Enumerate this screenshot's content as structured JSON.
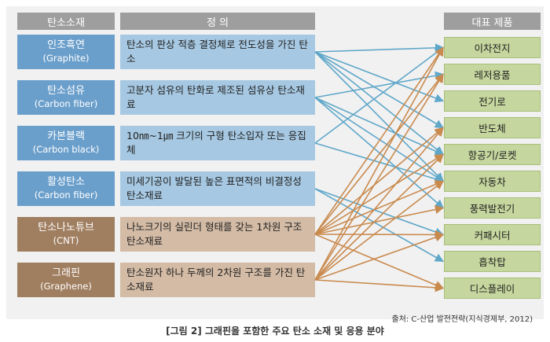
{
  "headers": {
    "materials": "탄소소재",
    "definition": "정 의",
    "products": "대표 제품"
  },
  "materials": [
    {
      "name": "인조흑연",
      "en": "(Graphite)",
      "definition": "탄소의 판상 적층 결정체로 전도성을 가진 탄소",
      "theme": "blue"
    },
    {
      "name": "탄소섬유",
      "en": "(Carbon fiber)",
      "definition": "고분자 섬유의 탄화로 제조된 섬유상 탄소재료",
      "theme": "blue"
    },
    {
      "name": "카본블랙",
      "en": "(Carbon black)",
      "definition": "10㎚~1㎛ 크기의 구형 탄소입자 또는 응집체",
      "theme": "blue"
    },
    {
      "name": "활성탄소",
      "en": "(Carbon fiber)",
      "definition": "미세기공이 발달된 높은 표면적의 비결정성 탄소재료",
      "theme": "blue"
    },
    {
      "name": "탄소나노튜브",
      "en": "(CNT)",
      "definition": "나노크기의 실린더 형태를 갖는 1차원 구조 탄소재료",
      "theme": "brown"
    },
    {
      "name": "그래핀",
      "en": "(Graphene)",
      "definition": "탄소원자 하나 두께의 2차원 구조를 가진 탄소재료",
      "theme": "brown"
    }
  ],
  "products": [
    "이차전지",
    "레저용품",
    "전기로",
    "반도체",
    "항공기/로켓",
    "자동차",
    "풍력발전기",
    "커패시터",
    "흡착탑",
    "디스플레이"
  ],
  "links": [
    {
      "from": 0,
      "to": [
        0,
        2,
        3,
        4,
        5
      ]
    },
    {
      "from": 1,
      "to": [
        1,
        4,
        5,
        6
      ]
    },
    {
      "from": 2,
      "to": [
        0,
        5
      ]
    },
    {
      "from": 3,
      "to": [
        7,
        8
      ]
    },
    {
      "from": 4,
      "to": [
        0,
        1,
        3,
        4,
        5,
        6,
        7,
        9
      ]
    },
    {
      "from": 5,
      "to": [
        0,
        1,
        3,
        4,
        5,
        7,
        9
      ]
    }
  ],
  "colors": {
    "blue_arrow": "#5fa7c9",
    "brown_arrow": "#c98a4e"
  },
  "source": "출처: C-산업 발전전략(지식경제부, 2012)",
  "caption": "[그림 2] 그래핀을 포함한 주요 탄소 소재 및 응용 분야"
}
